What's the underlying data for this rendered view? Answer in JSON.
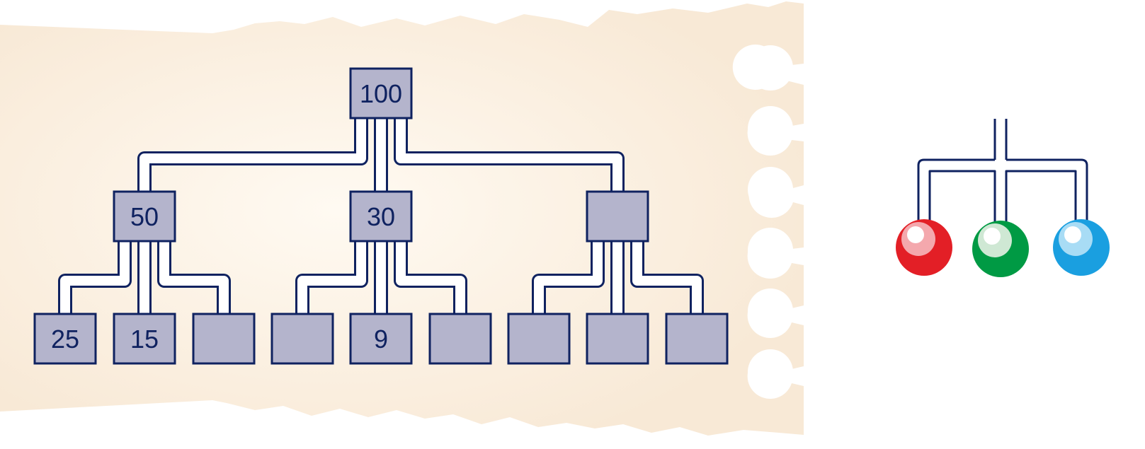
{
  "colors": {
    "paper": "#f8e9d6",
    "paper_glow": "#fffaf2",
    "node_fill": "#b4b4cc",
    "node_stroke": "#0f2260",
    "wire": "#0f2260",
    "bead_red": "#e31f26",
    "bead_red_highlight": "#f4a8ad",
    "bead_green": "#009a44",
    "bead_green_highlight": "#cfe8d4",
    "bead_blue": "#1a9fe0",
    "bead_blue_highlight": "#a8dcf5"
  },
  "tree": {
    "root": {
      "label": "100"
    },
    "level1": [
      {
        "label": "50"
      },
      {
        "label": "30"
      },
      {
        "label": ""
      }
    ],
    "level2": [
      {
        "label": "25"
      },
      {
        "label": "15"
      },
      {
        "label": ""
      },
      {
        "label": ""
      },
      {
        "label": "9"
      },
      {
        "label": ""
      },
      {
        "label": ""
      },
      {
        "label": ""
      },
      {
        "label": ""
      }
    ]
  },
  "legend": {
    "beads": [
      {
        "color": "red"
      },
      {
        "color": "green"
      },
      {
        "color": "blue"
      }
    ]
  }
}
